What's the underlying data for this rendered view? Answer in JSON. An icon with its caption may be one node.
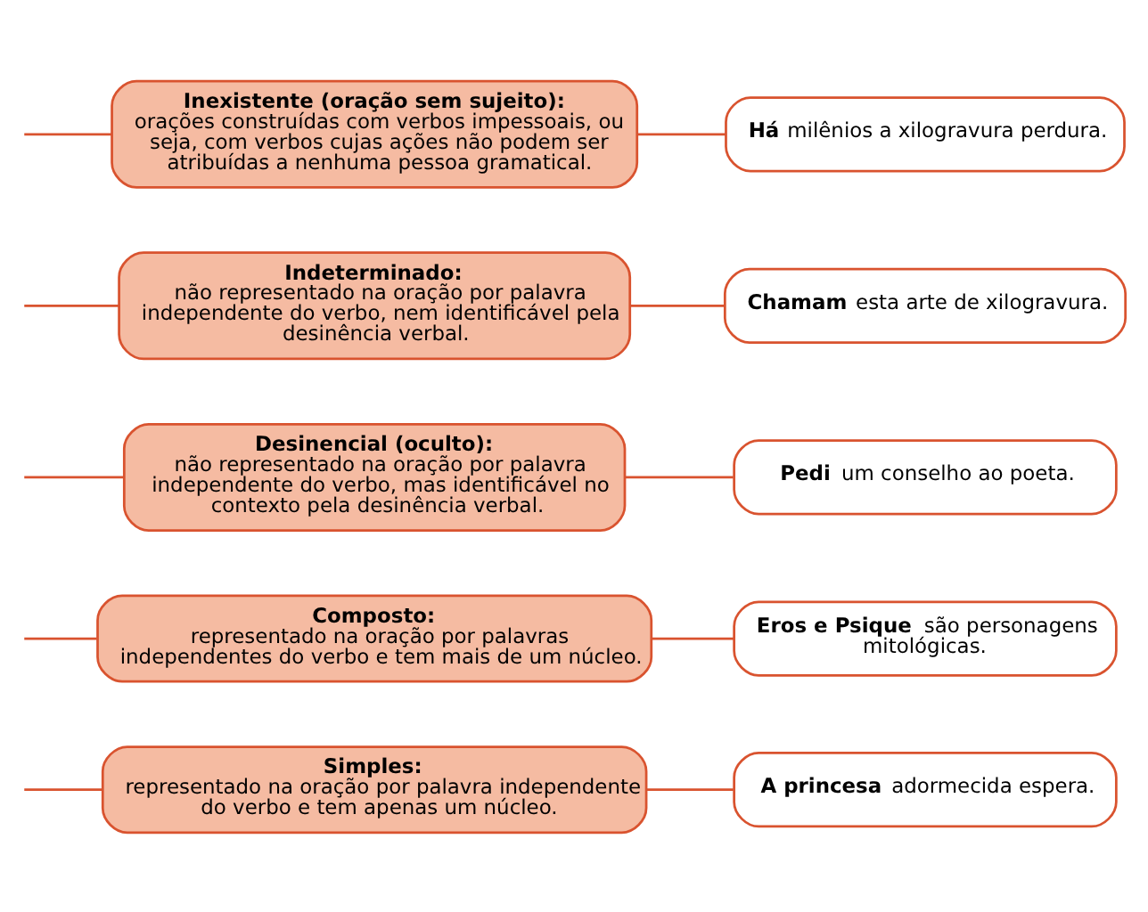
{
  "diagram": {
    "nodes": [
      {
        "text": [
          "Simples:",
          "representado na oração por palavra independente do verbo e tem apenas um núcleo."
        ]
      },
      {
        "text": [
          "**A princesa** adormecida espera."
        ]
      },
      {
        "text": [
          "Composto:",
          "representado na oração por palavras independentes do verbo e tem mais de um núcleo."
        ]
      },
      {
        "text": [
          "**Eros e Psique** são personagens mitológicas."
        ]
      },
      {
        "text": [
          "Desinencial (oculto):",
          "não representado na oração por palavra independente do verbo, mas identificável no contexto pela desinência verbal."
        ]
      },
      {
        "text": [
          "**Pedi** um conselho ao poeta."
        ]
      },
      {
        "text": [
          "Indeterminado:",
          "não representado na oração por palavra independente do verbo, nem identificável pela desinência verbal."
        ]
      },
      {
        "text": [
          "**Chamam** esta arte de xilogravura."
        ]
      },
      {
        "text": [
          "Inexistente (oração sem sujeito):",
          "orações construídas com verbos impessoais, ou seja, com verbos cujas ações não podem ser atribuídas a nenhuma pessoa gramatical."
        ]
      },
      {
        "text": [
          "**Há** milênios a xilogravura perdura."
        ]
      }
    ],
    "edges": [
      {
        "from": null,
        "to": 0,
        "arrow": "none"
      },
      {
        "from": 0,
        "to": 1,
        "arrow": "none"
      },
      {
        "from": null,
        "to": 2,
        "arrow": "none"
      },
      {
        "from": 2,
        "to": 3,
        "arrow": "none"
      },
      {
        "from": null,
        "to": 4,
        "arrow": "none"
      },
      {
        "from": 4,
        "to": 5,
        "arrow": "none"
      },
      {
        "from": null,
        "to": 6,
        "arrow": "none"
      },
      {
        "from": 6,
        "to": 7,
        "arrow": "none"
      },
      {
        "from": null,
        "to": 8,
        "arrow": "none"
      },
      {
        "from": 8,
        "to": 9,
        "arrow": "none"
      }
    ]
  }
}
